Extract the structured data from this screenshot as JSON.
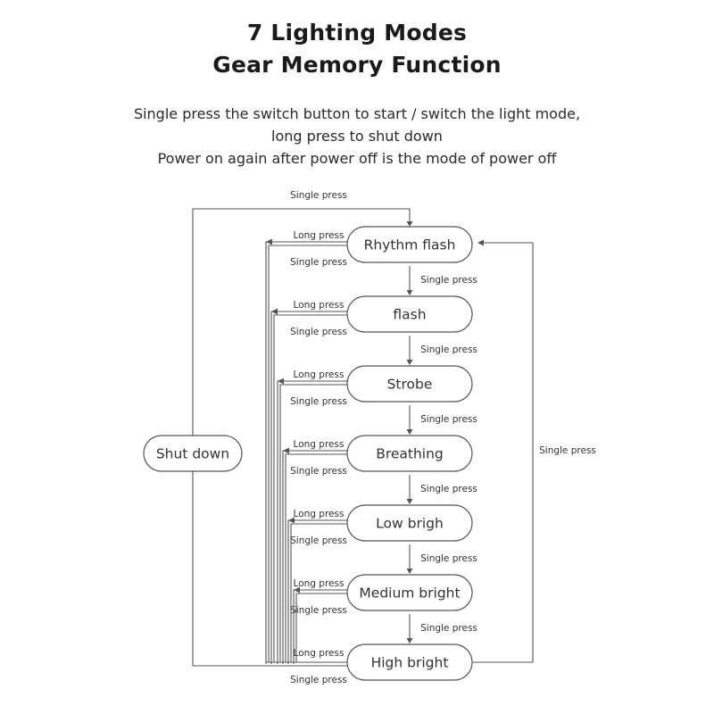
{
  "title": {
    "line1": "7 Lighting Modes",
    "line2": "Gear Memory Function"
  },
  "description": {
    "line1": "Single press the switch button to start / switch the light mode,",
    "line2": "long press to shut down",
    "line3": "Power on again after power off is the mode of power off"
  },
  "diagram": {
    "shutdown_node": "Shut down",
    "modes": [
      "Rhythm flash",
      "flash",
      "Strobe",
      "Breathing",
      "Low brigh",
      "Medium bright",
      "High bright"
    ],
    "single_press_label": "Single press",
    "long_press_label": "Long press"
  }
}
